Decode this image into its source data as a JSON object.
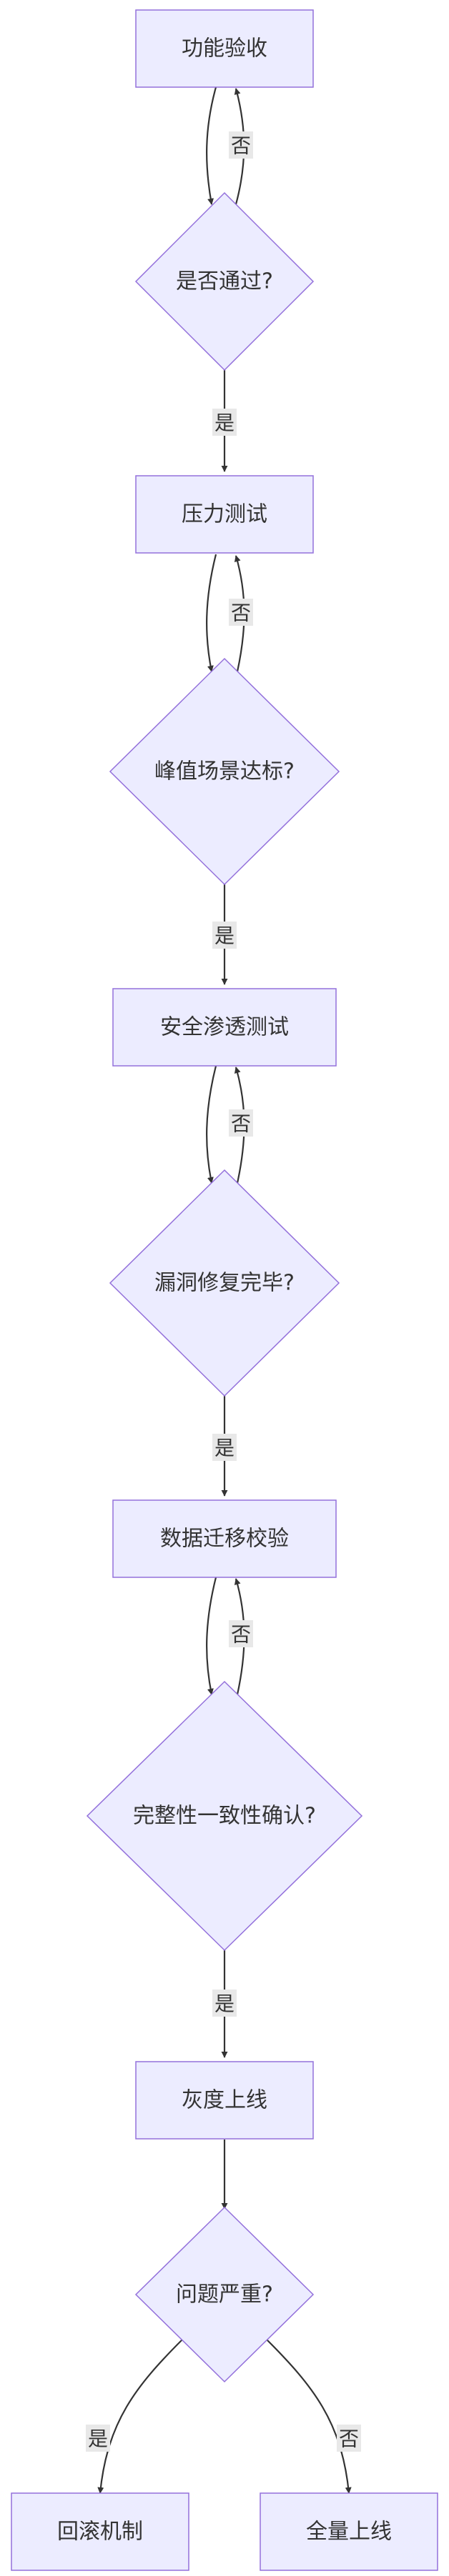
{
  "nodes": {
    "functional_acceptance": "功能验收",
    "passed_check": "是否通过?",
    "stress_test": "压力测试",
    "peak_check": "峰值场景达标?",
    "security_test": "安全渗透测试",
    "vuln_check": "漏洞修复完毕?",
    "migration_check_step": "数据迁移校验",
    "integrity_check": "完整性一致性确认?",
    "gray_release": "灰度上线",
    "severity_check": "问题严重?",
    "rollback": "回滚机制",
    "full_release": "全量上线"
  },
  "edge_labels": {
    "no": "否",
    "yes": "是"
  },
  "colors": {
    "node_fill": "#ececff",
    "node_stroke": "#9370db",
    "edge": "#333333",
    "label_bg": "#e8e8e8"
  }
}
